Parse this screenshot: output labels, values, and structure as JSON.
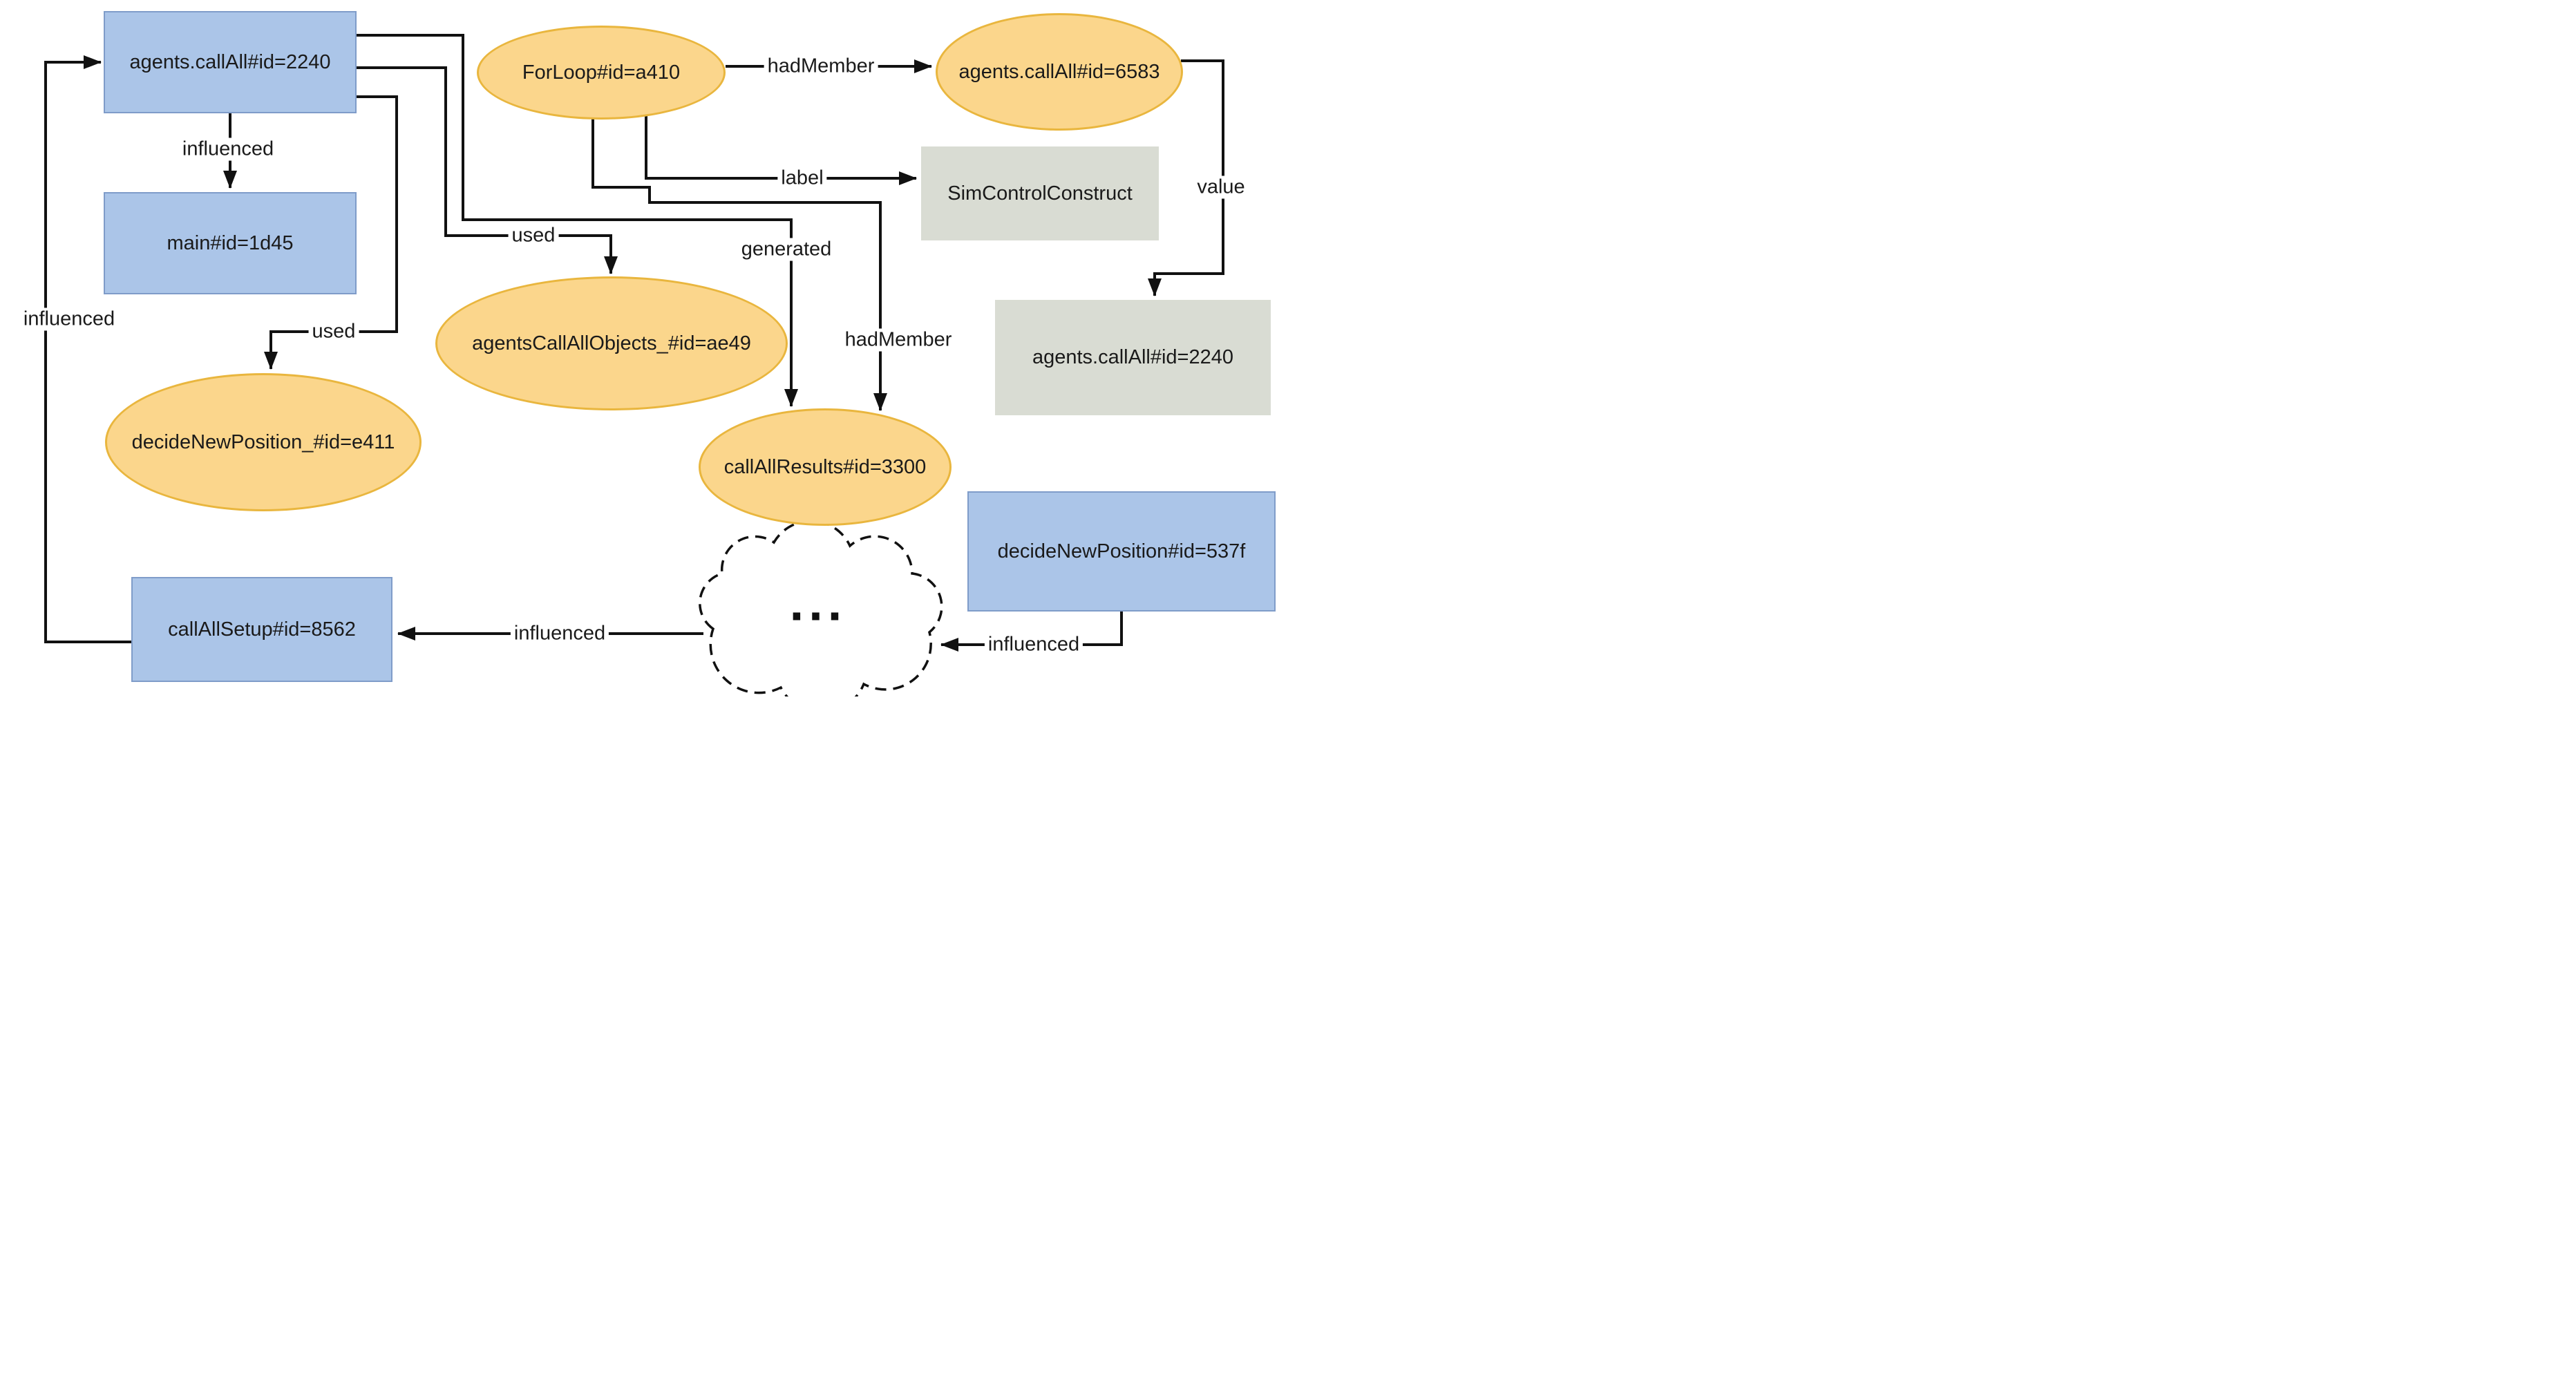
{
  "diagram": {
    "type": "provenance-graph",
    "colors": {
      "activity_fill": "#abc5e8",
      "activity_border": "#7f9cc9",
      "entity_fill": "#fbd68c",
      "entity_border": "#e9b63e",
      "literal_fill": "#d9dcd3",
      "line": "#111111",
      "text": "#1a1a1a",
      "background": "#ffffff"
    },
    "nodes": {
      "activity_2240": {
        "label": "agents.callAll#id=2240",
        "type": "activity-rectangle"
      },
      "main_1d45": {
        "label": "main#id=1d45",
        "type": "activity-rectangle"
      },
      "forloop_a410": {
        "label": "ForLoop#id=a410",
        "type": "entity-ellipse"
      },
      "callall_6583": {
        "label": "agents.callAll#id=6583",
        "type": "entity-ellipse"
      },
      "simcontrol": {
        "label": "SimControlConstruct",
        "type": "literal-rectangle"
      },
      "value_2240": {
        "label": "agents.callAll#id=2240",
        "type": "literal-rectangle"
      },
      "objects_ae49": {
        "label": "agentsCallAllObjects_#id=ae49",
        "type": "entity-ellipse"
      },
      "decide_e411": {
        "label": "decideNewPosition_#id=e411",
        "type": "entity-ellipse"
      },
      "results_3300": {
        "label": "callAllResults#id=3300",
        "type": "entity-ellipse"
      },
      "decide_537f": {
        "label": "decideNewPosition#id=537f",
        "type": "activity-rectangle"
      },
      "setup_8562": {
        "label": "callAllSetup#id=8562",
        "type": "activity-rectangle"
      },
      "cloud": {
        "label": "...",
        "type": "dashed-cloud"
      }
    },
    "edge_labels": {
      "influenced_left": "influenced",
      "influenced_main": "influenced",
      "generated": "generated",
      "used_center": "used",
      "used_left": "used",
      "hadmember_top": "hadMember",
      "label_edge": "label",
      "hadmember_vert": "hadMember",
      "value_edge": "value",
      "influenced_537f_cloud": "influenced",
      "influenced_cloud_setup": "influenced"
    },
    "edges": [
      {
        "from": "callAllSetup#id=8562",
        "to": "agents.callAll#id=2240",
        "label": "influenced"
      },
      {
        "from": "agents.callAll#id=2240",
        "to": "main#id=1d45",
        "label": "influenced"
      },
      {
        "from": "agents.callAll#id=2240",
        "to": "callAllResults#id=3300",
        "label": "generated"
      },
      {
        "from": "agents.callAll#id=2240",
        "to": "agentsCallAllObjects_#id=ae49",
        "label": "used"
      },
      {
        "from": "agents.callAll#id=2240",
        "to": "decideNewPosition_#id=e411",
        "label": "used"
      },
      {
        "from": "ForLoop#id=a410",
        "to": "agents.callAll#id=6583",
        "label": "hadMember"
      },
      {
        "from": "ForLoop#id=a410",
        "to": "SimControlConstruct",
        "label": "label"
      },
      {
        "from": "ForLoop#id=a410",
        "to": "callAllResults#id=3300",
        "label": "hadMember"
      },
      {
        "from": "agents.callAll#id=6583",
        "to": "agents.callAll#id=2240 (value)",
        "label": "value"
      },
      {
        "from": "decideNewPosition#id=537f",
        "to": "cloud",
        "label": "influenced"
      },
      {
        "from": "cloud",
        "to": "callAllSetup#id=8562",
        "label": "influenced"
      }
    ]
  }
}
